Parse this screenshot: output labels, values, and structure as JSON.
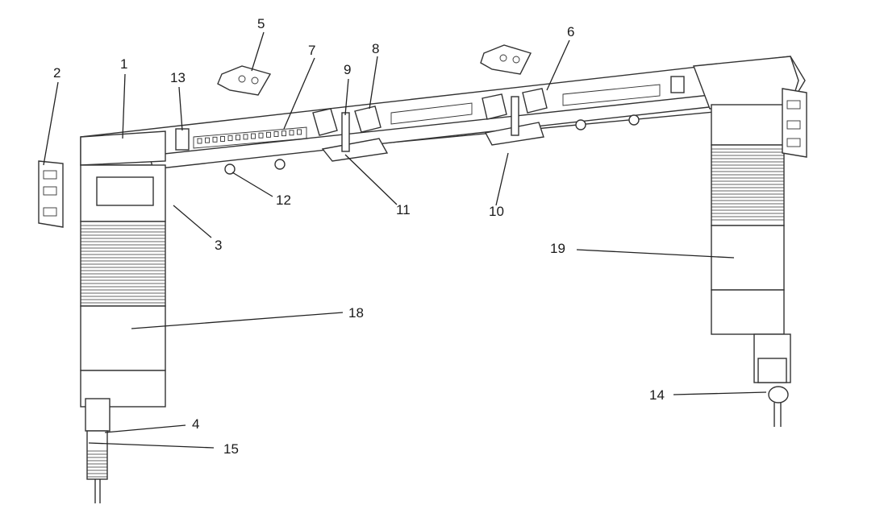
{
  "labels": {
    "l1": "1",
    "l2": "2",
    "l3": "3",
    "l4": "4",
    "l5": "5",
    "l6": "6",
    "l7": "7",
    "l8": "8",
    "l9": "9",
    "l10": "10",
    "l11": "11",
    "l12": "12",
    "l13": "13",
    "l14": "14",
    "l15": "15",
    "l18": "18",
    "l19": "19"
  }
}
